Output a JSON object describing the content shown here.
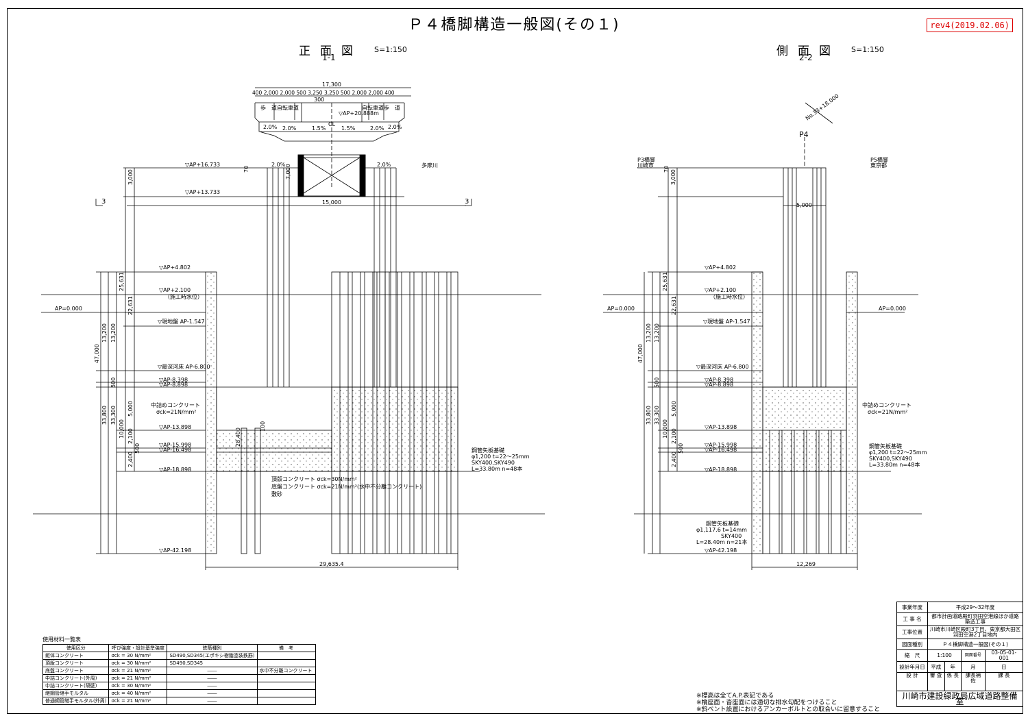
{
  "title": "Ｐ４橋脚構造一般図(その１)",
  "revision": "rev4(2019.02.06)",
  "views": {
    "front": {
      "name": "正面図",
      "scale": "S=1:150",
      "section": "1-1"
    },
    "side": {
      "name": "側面図",
      "scale": "S=1:150",
      "section": "2-2"
    }
  },
  "front_labels": {
    "total_width": "17,300",
    "deck_dims": "400 2,000 2,000 500 3,250 3,250 500 2,000 2,000 400",
    "dim_300": "300",
    "sidewalk_l": "歩　道",
    "bike_l": "自転車道",
    "bike_r": "自転車道",
    "sidewalk_r": "歩　道",
    "ap_deck": "▽AP+20.888m",
    "cl": "CL",
    "slope1": "2.0%",
    "slope2": "2.0%",
    "slope3": "1.5%",
    "slope4": "1.5%",
    "slope5": "2.0%",
    "slope6": "2.0%",
    "tama": "多摩川",
    "ap_16": "▽AP+16.733",
    "ap_13": "▽AP+13.733",
    "dim_3000": "3,000",
    "dim_70": "70",
    "dim_7000": "7,000",
    "dim_15000": "15,000",
    "sec3l": "3",
    "sec3r": "3",
    "ap_4": "▽AP+4.802",
    "ap_2": "▽AP+2.100",
    "ap_2_note": "（施工時水位）",
    "ap_0": "AP=0.000",
    "ground": "▽現地盤 AP-1.547",
    "riverbed": "▽最深河床 AP-6.800",
    "ap_8a": "▽AP-8.398",
    "ap_8b": "▽AP-8.898",
    "ap_13b": "▽AP-13.898",
    "ap_15": "▽AP-15.998",
    "ap_16b": "▽AP-16.498",
    "ap_18": "▽AP-18.898",
    "ap_42": "▽AP-42.198",
    "d_25631": "25,631",
    "d_22631": "22,631",
    "d_13200a": "13,200",
    "d_13200b": "13,200",
    "d_47000": "47,000",
    "d_500": "500",
    "d_33800": "33,800",
    "d_33300": "33,300",
    "d_5000": "5,000",
    "d_10000": "10,000",
    "d_2100": "2,100",
    "d_500b": "500",
    "d_2400": "2,400",
    "d_28400": "28,400",
    "d_100": "100",
    "fill_concrete": "中詰めコンクリート",
    "fill_strength": "σck=21N/mm²",
    "pile_name": "鋼管矢板基礎",
    "pile_size": "φ1,200 t=22～25mm",
    "pile_grade": "SKY400,SKY490",
    "pile_len": "L=33.80m n=48本",
    "top_slab": "頂版コンクリート σck=30N/mm²",
    "bottom_slab": "底盤コンクリート σck=21N/mm²(水中不分離コンクリート)",
    "sand": "敷砂",
    "width_bottom": "29,635.4"
  },
  "side_labels": {
    "station": "No.33+18.000",
    "pier": "P4",
    "p3": "P3橋脚",
    "p3_city": "川崎市",
    "p5": "P5橋脚",
    "p5_city": "東京都",
    "dim_5000": "5,000",
    "dim_3000": "3,000",
    "dim_70": "70",
    "pile2_name": "鋼管矢板基礎",
    "pile2_size": "φ1,117.6 t=14mm",
    "pile2_grade": "SKY400",
    "pile2_len": "L=28.40m n=21本",
    "width_bottom": "12,269",
    "ap_0r": "AP=0.000"
  },
  "materials": {
    "caption": "使用材料一覧表",
    "headers": [
      "使用区分",
      "呼び強度・設計基準強度",
      "鉄筋種別",
      "備　考"
    ],
    "rows": [
      [
        "躯体コンクリート",
        "σck = 30 N/mm²",
        "SD490,SD345(エポキシ樹脂塗装鉄筋)",
        ""
      ],
      [
        "頂版コンクリート",
        "σck = 30 N/mm²",
        "SD490,SD345",
        ""
      ],
      [
        "底盤コンクリート",
        "σck = 21 N/mm²",
        "――",
        "水中不分離コンクリート"
      ],
      [
        "中詰コンクリート(外周)",
        "σck = 21 N/mm²",
        "――",
        ""
      ],
      [
        "中詰コンクリート(隔壁)",
        "σck = 30 N/mm²",
        "――",
        ""
      ],
      [
        "継鋼管継手モルタル",
        "σck = 40 N/mm²",
        "――",
        ""
      ],
      [
        "普通鋼管継手モルタル(外周)",
        "σck = 21 N/mm²",
        "――",
        ""
      ]
    ]
  },
  "notes": [
    "※標高は全てA.P.表記である",
    "※橋座面・沓座面には適切な排水勾配をつけること",
    "※斜ベント設置におけるアンカーボルトとの取合いに留意すること"
  ],
  "title_block": {
    "year_label": "事業年度",
    "year": "平成29～32年度",
    "project_label": "工 事 名",
    "project": "都市計画道路殿町羽田空港線ほか道路築造工事",
    "location_label": "工事位置",
    "location": "川崎市川崎区殿町3丁目、東京都大田区羽田空港2丁目地内",
    "type_label": "図面種別",
    "type": "Ｐ４橋脚構造一般図(その１)",
    "scale_label": "縮　尺",
    "scale": "1:100",
    "sheet_label": "図面番号",
    "sheet": "03-05-01-001",
    "date_label": "設計年月日",
    "era": "平成",
    "year_unit": "年",
    "month_unit": "月",
    "day_unit": "日",
    "sign": [
      "設 計",
      "審 査",
      "係 長",
      "課長補佐",
      "課 長"
    ],
    "org": "川崎市建設緑政局広域道路整備室"
  }
}
